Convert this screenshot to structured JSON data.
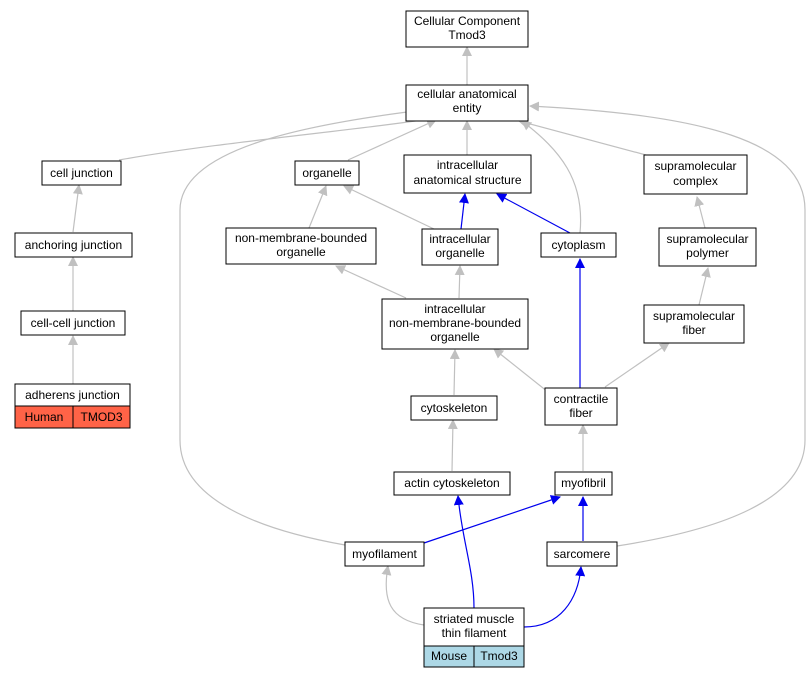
{
  "colors": {
    "edge_gray": "#c0c0c0",
    "edge_blue": "#0000ee",
    "human_fill": "#ff6347",
    "mouse_fill": "#add8e6"
  },
  "nodes": {
    "cc_tmod3": {
      "line1": "Cellular Component",
      "line2": "Tmod3"
    },
    "cae": {
      "line1": "cellular anatomical",
      "line2": "entity"
    },
    "cell_junction": {
      "line1": "cell junction"
    },
    "organelle": {
      "line1": "organelle"
    },
    "ias": {
      "line1": "intracellular",
      "line2": "anatomical structure"
    },
    "supra_complex": {
      "line1": "supramolecular",
      "line2": "complex"
    },
    "anchoring_junction": {
      "line1": "anchoring junction"
    },
    "nmb_organelle": {
      "line1": "non-membrane-bounded",
      "line2": "organelle"
    },
    "ic_organelle": {
      "line1": "intracellular",
      "line2": "organelle"
    },
    "cytoplasm": {
      "line1": "cytoplasm"
    },
    "supra_polymer": {
      "line1": "supramolecular",
      "line2": "polymer"
    },
    "cellcell_junction": {
      "line1": "cell-cell junction"
    },
    "icnmb_organelle": {
      "line1": "intracellular",
      "line2": "non-membrane-bounded",
      "line3": "organelle"
    },
    "supra_fiber": {
      "line1": "supramolecular",
      "line2": "fiber"
    },
    "adherens_junction": {
      "line1": "adherens junction",
      "cell1": "Human",
      "cell2": "TMOD3"
    },
    "cytoskeleton": {
      "line1": "cytoskeleton"
    },
    "contractile_fiber": {
      "line1": "contractile",
      "line2": "fiber"
    },
    "actin_cytoskeleton": {
      "line1": "actin cytoskeleton"
    },
    "myofibril": {
      "line1": "myofibril"
    },
    "myofilament": {
      "line1": "myofilament"
    },
    "sarcomere": {
      "line1": "sarcomere"
    },
    "smtf": {
      "line1": "striated muscle",
      "line2": "thin filament",
      "cell1": "Mouse",
      "cell2": "Tmod3"
    }
  }
}
